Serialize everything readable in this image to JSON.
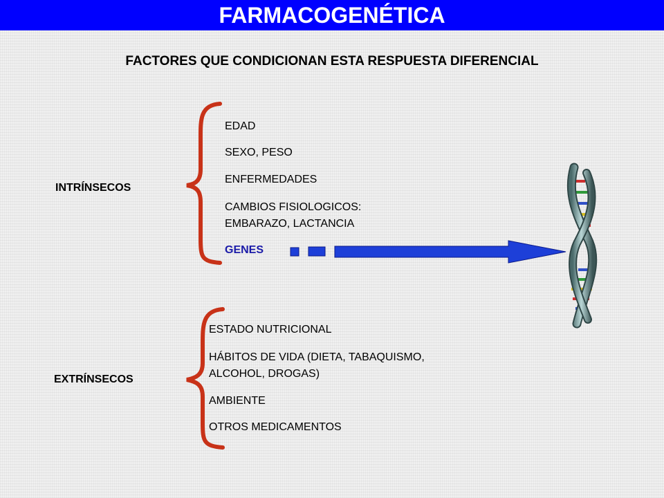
{
  "slide": {
    "title": "FARMACOGENÉTICA",
    "subtitle": "FACTORES QUE CONDICIONAN ESTA RESPUESTA DIFERENCIAL"
  },
  "intrinsic": {
    "label": "INTRÍNSECOS",
    "items": [
      "EDAD",
      "SEXO, PESO",
      "ENFERMEDADES",
      "CAMBIOS FISIOLOGICOS:",
      "EMBARAZO, LACTANCIA",
      "GENES"
    ]
  },
  "extrinsic": {
    "label": "EXTRÍNSECOS",
    "items": [
      "ESTADO NUTRICIONAL",
      "HÁBITOS DE VIDA (DIETA, TABAQUISMO,",
      "ALCOHOL, DROGAS)",
      "AMBIENTE",
      "OTROS MEDICAMENTOS"
    ]
  },
  "colors": {
    "title_bar": "#0000ff",
    "brace": "#c83218",
    "arrow": "#1d3fd8",
    "genes_text": "#1a1aa8"
  },
  "icons": {
    "brace": "curly-brace-icon",
    "arrow": "dashed-arrow-icon",
    "dna": "dna-helix-icon"
  }
}
